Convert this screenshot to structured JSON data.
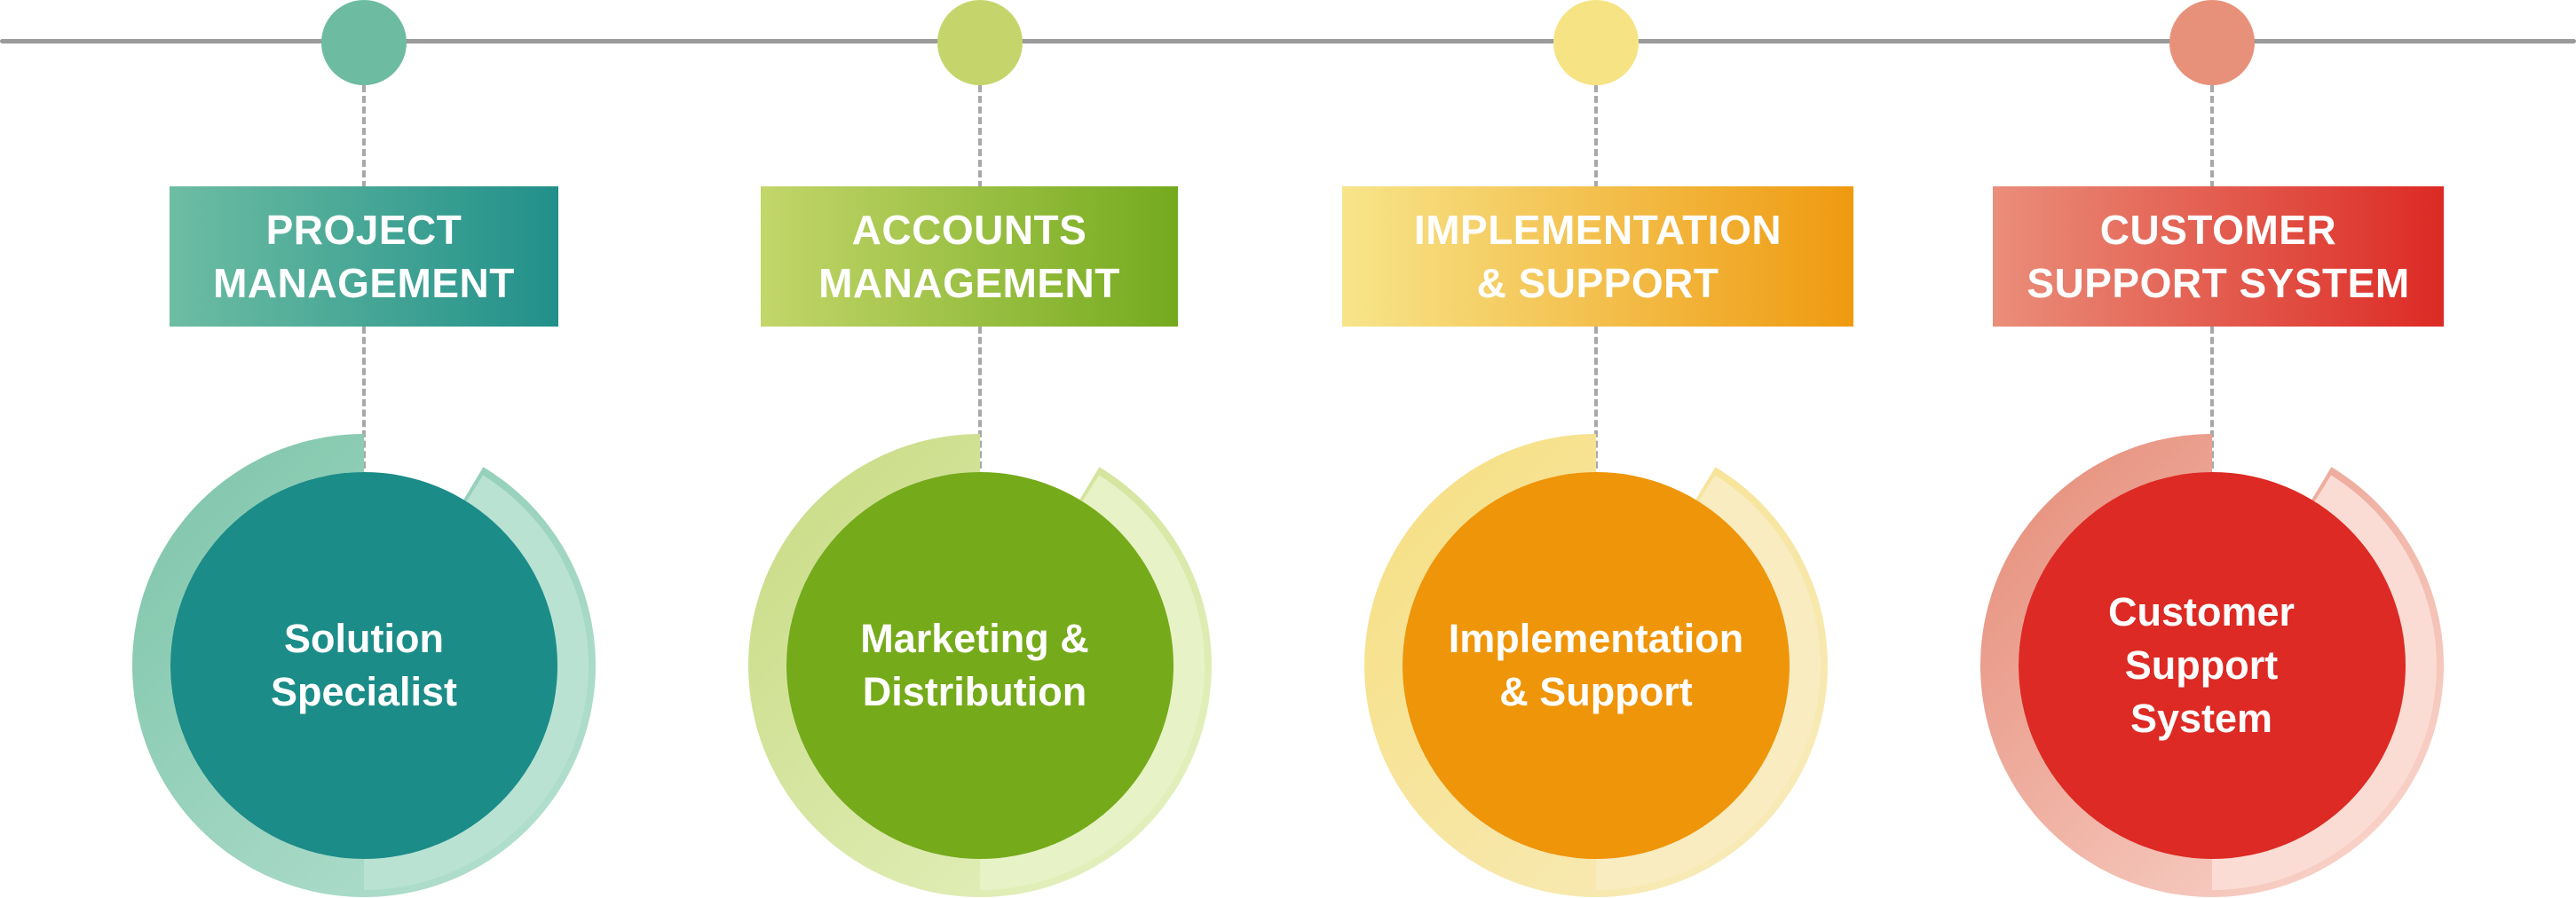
{
  "diagram": {
    "stages": [
      {
        "header": "PROJECT\nMANAGEMENT",
        "circle_text": "Solution\nSpecialist",
        "colors": {
          "node": "#6dbba0",
          "header_from": "#6dbda2",
          "header_to": "#21908a",
          "circle": "#1b8c88",
          "ring_from": "#7cc4a9",
          "ring_to": "#b9e2d3"
        }
      },
      {
        "header": "ACCOUNTS\nMANAGEMENT",
        "circle_text": "Marketing &\nDistribution",
        "colors": {
          "node": "#c6d56b",
          "header_from": "#c3d66a",
          "header_to": "#74aa1e",
          "circle": "#75aa1a",
          "ring_from": "#c8da82",
          "ring_to": "#e7f3c6"
        }
      },
      {
        "header": "IMPLEMENTATION\n& SUPPORT",
        "circle_text": "Implementation\n& Support",
        "colors": {
          "node": "#f6e384",
          "header_from": "#f7e58a",
          "header_to": "#ef9a10",
          "circle": "#ef9509",
          "ring_from": "#f6df80",
          "ring_to": "#f8ecc0"
        }
      },
      {
        "header": "CUSTOMER\nSUPPORT SYSTEM",
        "circle_text": "Customer\nSupport\nSystem",
        "colors": {
          "node": "#e8917a",
          "header_from": "#ea8e7a",
          "header_to": "#dc2a24",
          "circle": "#dd2a24",
          "ring_from": "#e58a76",
          "ring_to": "#fbdcd4"
        }
      }
    ]
  }
}
